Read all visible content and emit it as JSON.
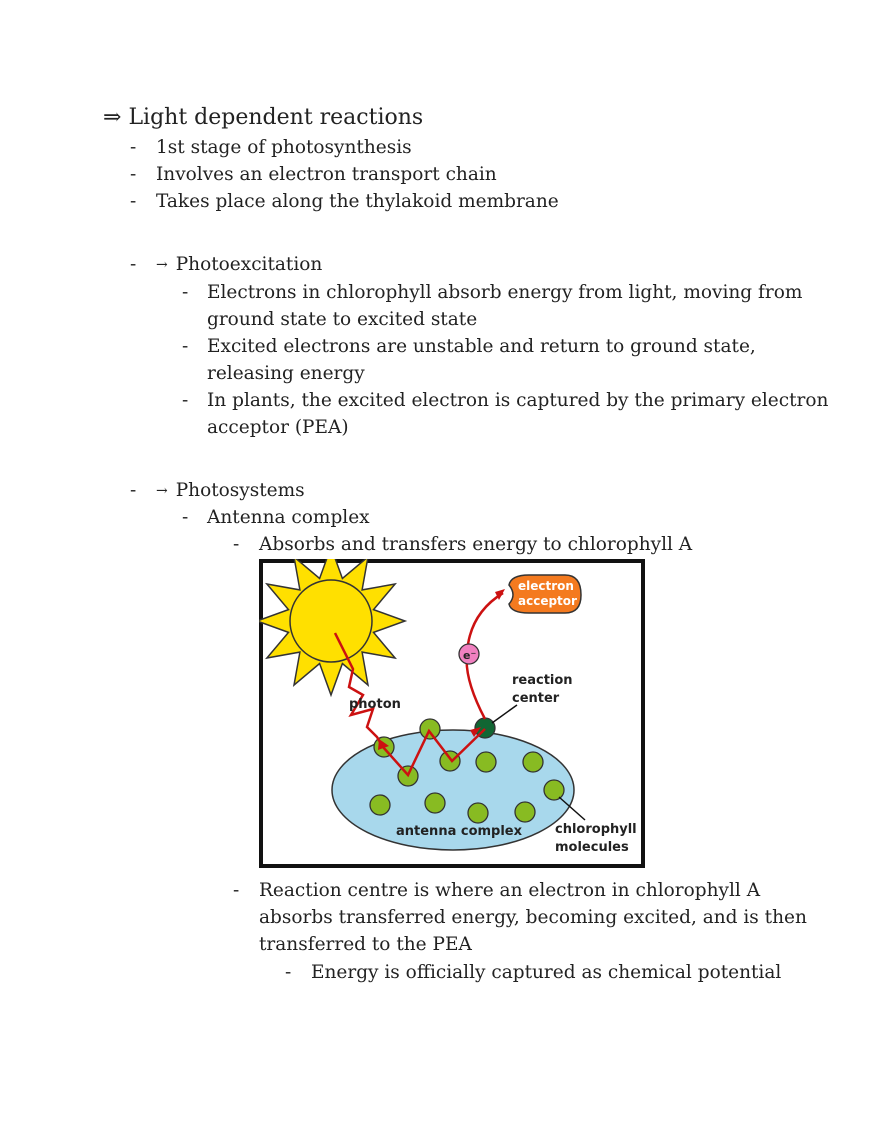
{
  "heading": {
    "arrow": "⇒",
    "title": "Light dependent reactions"
  },
  "bullets_top": [
    "1st stage of photosynthesis",
    "Involves an electron transport chain",
    "Takes place along the thylakoid membrane"
  ],
  "photoexcitation": {
    "arrow": "→",
    "title": "Photoexcitation",
    "items": [
      [
        "Electrons in chlorophyll absorb energy from light, moving from",
        "ground state to excited state"
      ],
      [
        "Excited electrons are unstable and return to ground state,",
        "releasing energy"
      ],
      [
        "In plants, the excited electron is captured by the primary electron",
        "acceptor (PEA)"
      ]
    ]
  },
  "photosystems": {
    "arrow": "→",
    "title": "Photosystems",
    "antenna_title": "Antenna complex",
    "antenna_item": "Absorbs and transfers energy to chlorophyll A",
    "reaction_item": [
      "Reaction centre is where an electron in chlorophyll A",
      "absorbs transferred energy, becoming excited, and is then",
      "transferred to the PEA"
    ],
    "energy_item": "Energy is officially captured as chemical potential"
  },
  "diagram": {
    "label_acceptor_1": "electron",
    "label_acceptor_2": "acceptor",
    "label_electron": "e⁻",
    "label_reaction_1": "reaction",
    "label_reaction_2": "center",
    "label_photon": "photon",
    "label_antenna": "antenna complex",
    "label_chloro_1": "chlorophyll",
    "label_chloro_2": "molecules",
    "colors": {
      "sun": "#ffe000",
      "sun_stroke": "#333333",
      "path": "#cc1111",
      "acceptor": "#f47a1f",
      "electron": "#f080c0",
      "complex": "#a8d8ec",
      "molecule": "#88bb22",
      "reaction_center": "#116633"
    }
  }
}
